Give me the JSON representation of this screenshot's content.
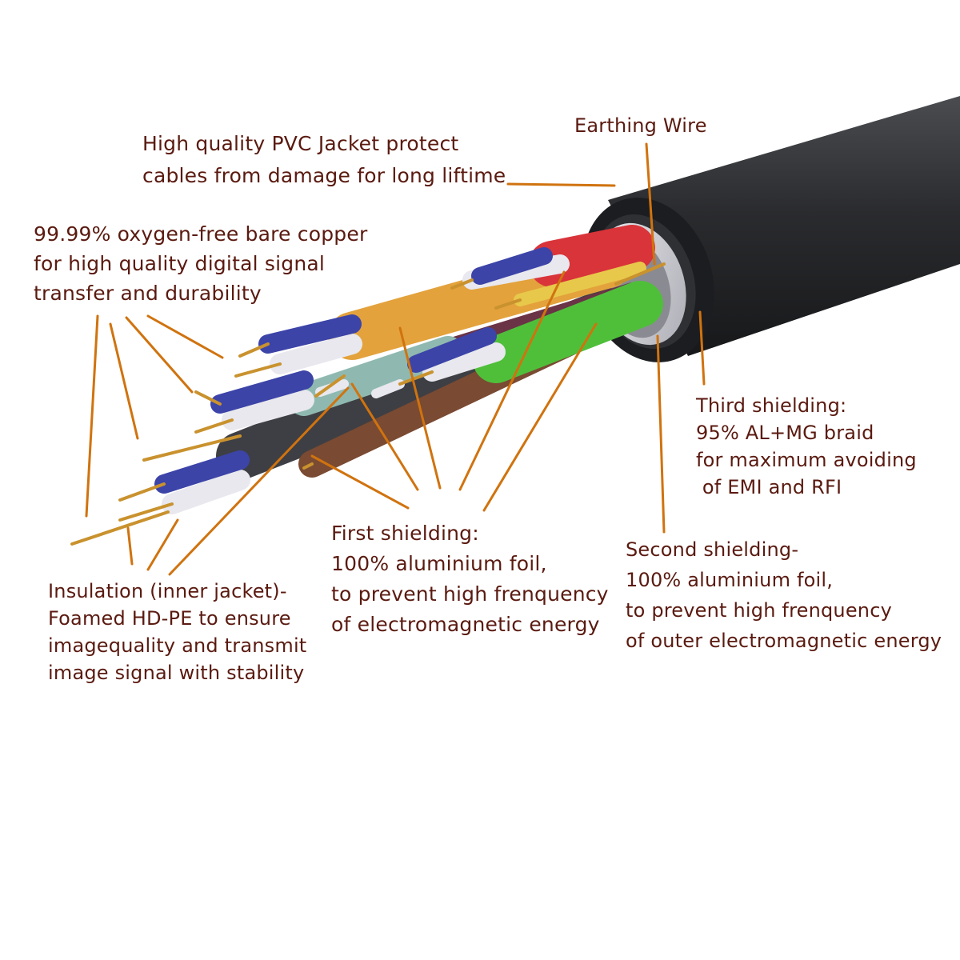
{
  "colors": {
    "label_text": "#5a1a10",
    "leader_line": "#d0730f",
    "jacket": "#2b2d30",
    "blue": "#3c44a8",
    "white_insulation": "#e8e8ee",
    "copper": "#c9922e",
    "red": "#d9343a",
    "yellow": "#e8c84a",
    "orange_pair": "#e3a23c",
    "green": "#4fbf3a",
    "brown": "#7a4a32",
    "dark_grey": "#3e3f44",
    "foil": "#d6d6dc"
  },
  "labels": {
    "earthing_wire": "Earthing Wire",
    "pvc_jacket": [
      "High quality PVC Jacket protect",
      "cables from damage for long liftime"
    ],
    "copper": [
      "99.99% oxygen-free bare copper",
      "for high quality digital signal",
      "transfer and durability"
    ],
    "third_shielding": [
      "Third shielding:",
      "95% AL+MG braid",
      "for maximum avoiding",
      " of EMI and RFI"
    ],
    "first_shielding": [
      "First shielding:",
      "100% aluminium foil,",
      "to prevent high frenquency",
      "of electromagnetic energy"
    ],
    "second_shielding": [
      "Second shielding-",
      "100% aluminium foil,",
      "to prevent high frenquency",
      "of outer electromagnetic energy"
    ],
    "insulation": [
      "Insulation (inner jacket)-",
      "Foamed HD-PE to ensure",
      "imagequality and transmit",
      "image signal with stability"
    ]
  }
}
